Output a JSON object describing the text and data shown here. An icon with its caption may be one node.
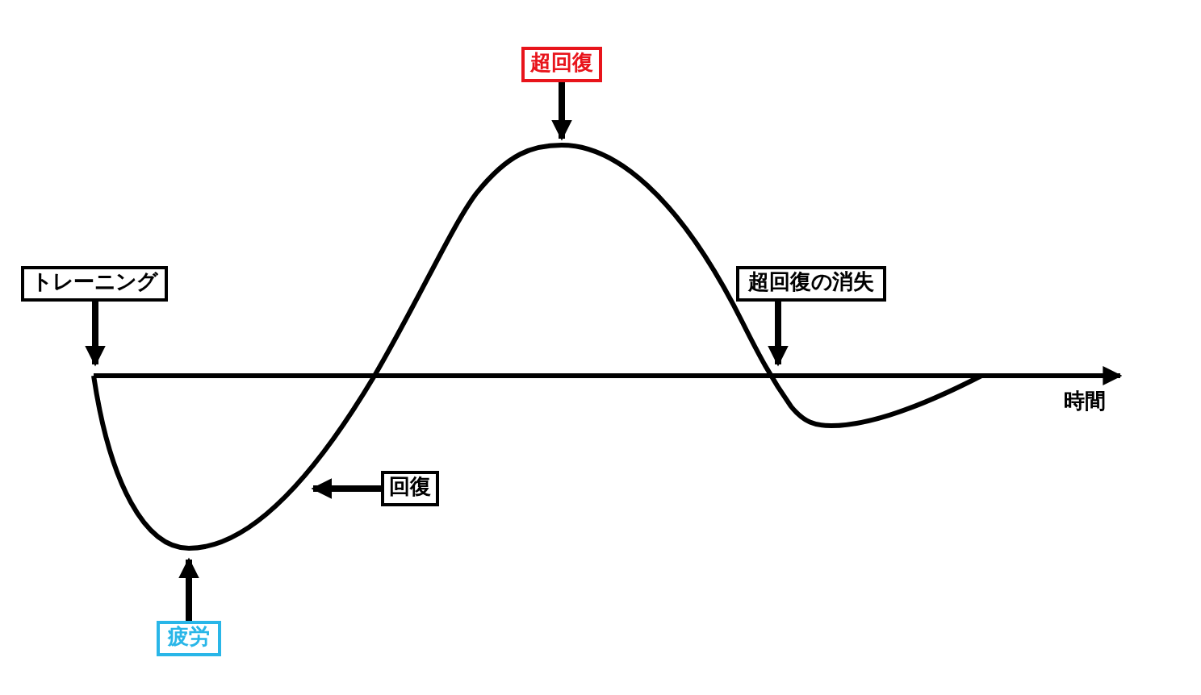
{
  "diagram": {
    "nodes": [
      {
        "text": [
          "超回復"
        ]
      },
      {
        "text": [
          "トレーニング"
        ]
      },
      {
        "text": [
          "超回復の消失"
        ]
      },
      {
        "text": [
          "回復"
        ]
      },
      {
        "text": [
          "疲労"
        ]
      }
    ],
    "edges": [
      {
        "from": 0,
        "to": null,
        "arrow": "to"
      },
      {
        "from": 1,
        "to": null,
        "arrow": "to"
      },
      {
        "from": 2,
        "to": null,
        "arrow": "to"
      },
      {
        "from": 3,
        "to": null,
        "arrow": "to"
      },
      {
        "from": 4,
        "to": null,
        "arrow": "to"
      }
    ],
    "labels": [
      "時間"
    ]
  }
}
